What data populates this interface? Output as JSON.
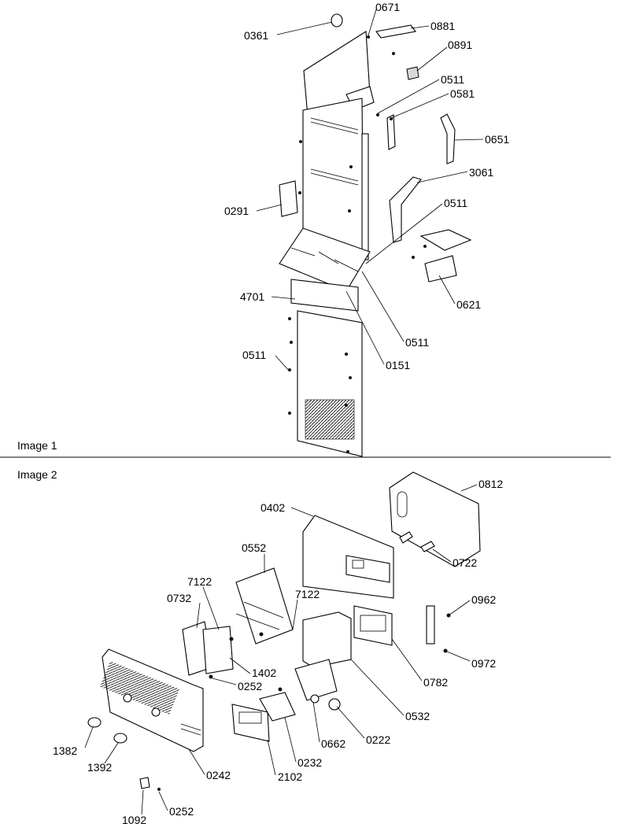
{
  "sections": [
    {
      "title": "Image 1"
    },
    {
      "title": "Image 2"
    }
  ],
  "image1_labels": [
    "0361",
    "0671",
    "0881",
    "0891",
    "0511",
    "0581",
    "0651",
    "3061",
    "0291",
    "0511",
    "0621",
    "4701",
    "0511",
    "0511",
    "0151"
  ],
  "image2_labels": [
    "0812",
    "0402",
    "0722",
    "0552",
    "7122",
    "0732",
    "7122",
    "0962",
    "0972",
    "0782",
    "1402",
    "0252",
    "0532",
    "0222",
    "0662",
    "1382",
    "1392",
    "0232",
    "0242",
    "2102",
    "1092",
    "0252"
  ],
  "colors": {
    "line": "#000000",
    "background": "#ffffff",
    "fill": "#d8d8d8"
  }
}
